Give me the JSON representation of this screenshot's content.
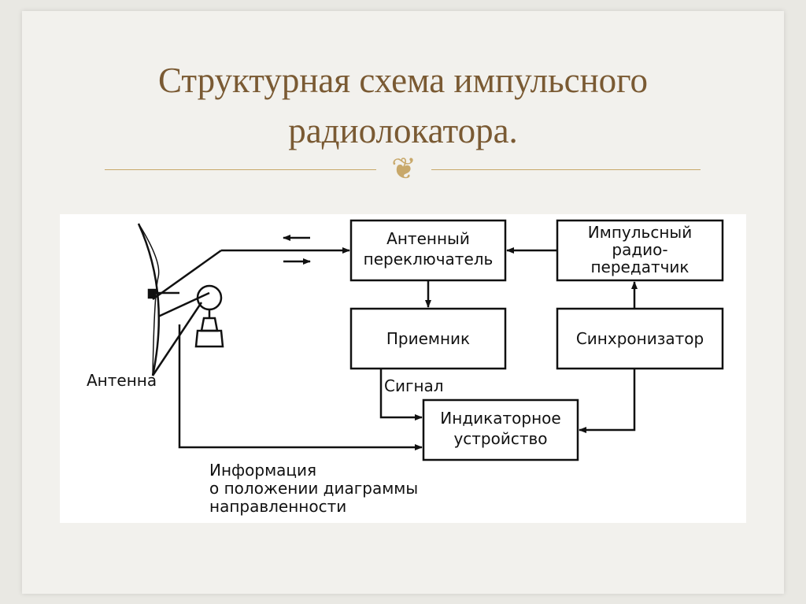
{
  "title": {
    "line1": "Структурная схема импульсного",
    "line2": "радиолокатора."
  },
  "ornament": {
    "glyph": "❦"
  },
  "diagram": {
    "blocks": {
      "switch": {
        "line1": "Антенный",
        "line2": "переключатель"
      },
      "transmitter": {
        "line1": "Импульсный",
        "line2": "радио-",
        "line3": "передатчик"
      },
      "receiver": {
        "line1": "Приемник"
      },
      "synchronizer": {
        "line1": "Синхронизатор"
      },
      "indicator": {
        "line1": "Индикаторное",
        "line2": "устройство"
      }
    },
    "labels": {
      "antenna": "Антенна",
      "signal": "Сигнал",
      "info_line1": "Информация",
      "info_line2": "о положении диаграммы",
      "info_line3": "направленности"
    },
    "colors": {
      "ink": "#111111",
      "title": "#7a5a33",
      "accent": "#c8a86a"
    }
  }
}
